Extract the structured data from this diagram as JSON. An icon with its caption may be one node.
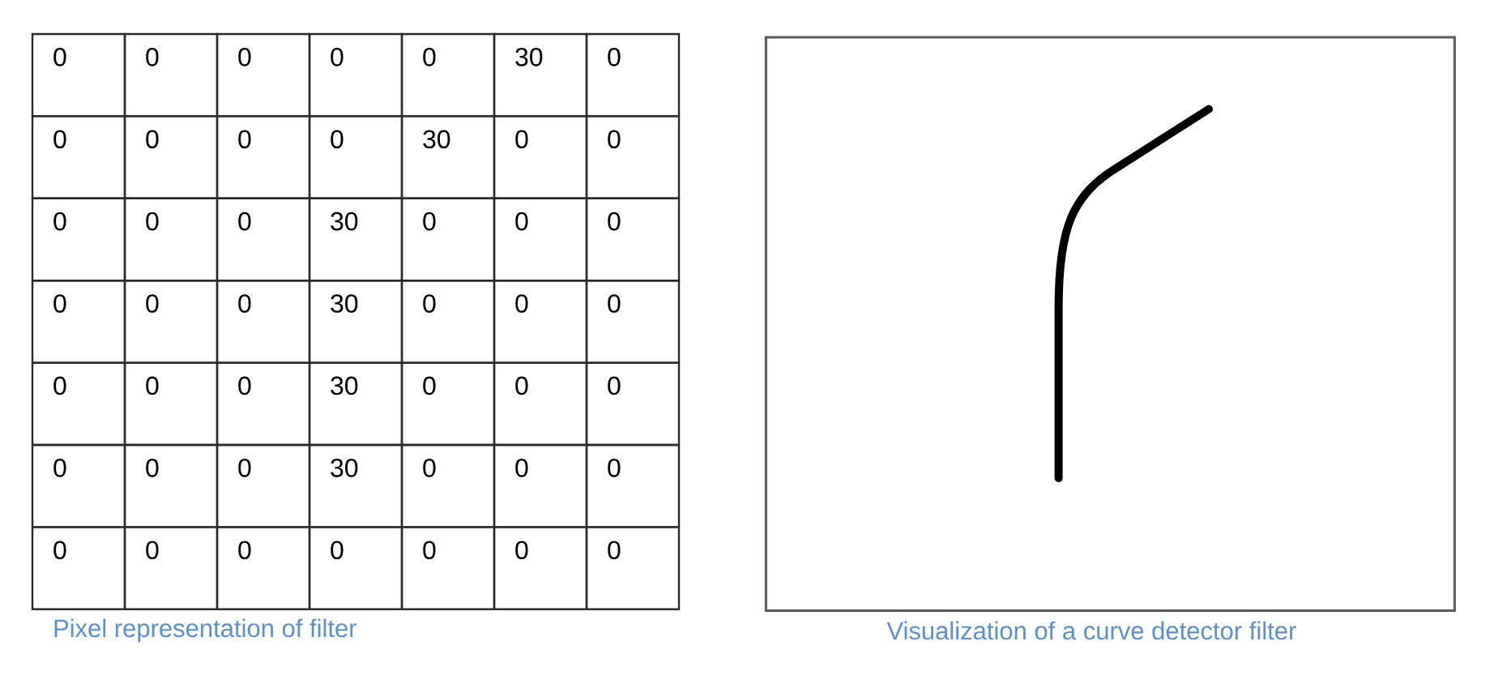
{
  "diagram": {
    "labels": [
      "0",
      "0",
      "0",
      "0",
      "0",
      "30",
      "0",
      "0",
      "0",
      "0",
      "0",
      "30",
      "0",
      "0",
      "0",
      "0",
      "0",
      "30",
      "0",
      "0",
      "0",
      "0",
      "0",
      "0",
      "30",
      "0",
      "0",
      "0",
      "0",
      "0",
      "0",
      "30",
      "0",
      "0",
      "0",
      "0",
      "0",
      "0",
      "30",
      "0",
      "0",
      "0",
      "0",
      "0",
      "0",
      "0",
      "0",
      "0",
      "0",
      "Pixel representation of filter",
      "Visualization of a curve detector filter"
    ]
  }
}
